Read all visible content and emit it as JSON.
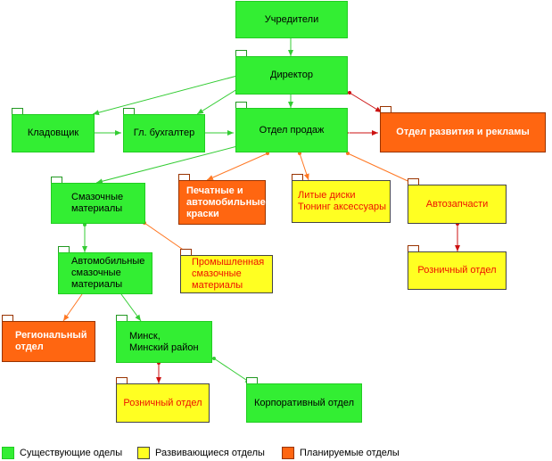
{
  "nodes": {
    "founders": "Учредители",
    "director": "Директор",
    "storekeeper": "Кладовщик",
    "accountant": "Гл. бухгалтер",
    "sales": "Отдел продаж",
    "marketing": "Отдел развития и рекламы",
    "lubricants": "Смазочные\nматериалы",
    "paints": "Печатные и\nавтомобильные\nкраски",
    "wheels": "Литые диски\nТюнинг аксессуары",
    "autoparts": "Автозапчасти",
    "autoparts_retail": "Розничный отдел",
    "auto_lubricants": "Автомобильные\nсмазочные\nматериалы",
    "industrial_lubricants": "Промышленная\nсмазочные\nматериалы",
    "regional": "Региональный\nотдел",
    "minsk": "Минск,\nМинский район",
    "minsk_retail": "Розничный отдел",
    "corporate": "Корпоративный отдел"
  },
  "legend": {
    "existing": "Существующие оделы",
    "developing": "Развивающиеся отделы",
    "planned": "Планируемые отделы"
  },
  "colors": {
    "existing": "#33ee33",
    "developing": "#ffff22",
    "planned": "#ff6611",
    "green_line": "#33cc33",
    "orange_line": "#ff7722",
    "red_line": "#cc1111"
  }
}
